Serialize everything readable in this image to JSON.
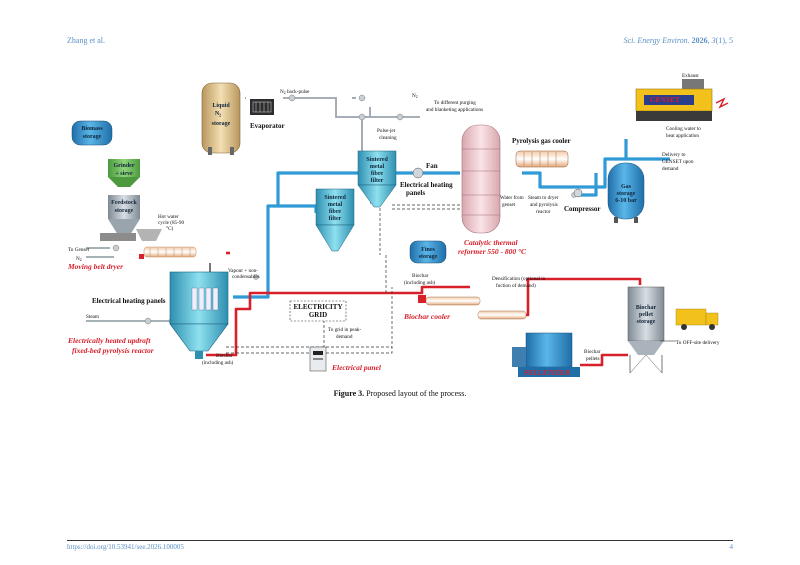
{
  "header": {
    "authors": "Zhang et al.",
    "journal": "Sci. Energy Environ.",
    "year": "2026",
    "volume": "3",
    "issue": "(1)",
    "article": ", 5"
  },
  "figure": {
    "caption_label": "Figure 3.",
    "caption_text": " Proposed layout of the process.",
    "labels": {
      "liquid_n2_1": "Liquid",
      "liquid_n2_2": "N",
      "liquid_n2_sub": "2",
      "liquid_n2_3": "storage",
      "evaporator": "Evaporator",
      "n2_backpulse": "N",
      "n2_backpulse_sub": "2",
      "n2_backpulse_rest": " back-pulse",
      "n2_right": "N",
      "n2_right_sub": "2",
      "purging_1": "To different purging",
      "purging_2": "and blanketing applications",
      "pulse_jet_1": "Pulse-jet",
      "pulse_jet_2": "cleaning",
      "biomass_1": "Biomass",
      "biomass_2": "storage",
      "grinder_1": "Grinder",
      "grinder_2": "+ sieve",
      "feedstock_1": "Feedstock",
      "feedstock_2": "storage",
      "hotwater_1": "Hot water",
      "hotwater_2": "cycle (85-90",
      "hotwater_3": "°C)",
      "to_genset": "To Genset",
      "n2_left": "N",
      "n2_left_sub": "2",
      "moving_belt": "Moving belt dryer",
      "sintered_a1": "Sintered",
      "sintered_a2": "metal",
      "sintered_a3": "fibre",
      "sintered_a4": "filter",
      "sintered_b1": "Sintered",
      "sintered_b2": "metal",
      "sintered_b3": "fibre",
      "sintered_b4": "filter",
      "fan": "Fan",
      "elec_heating_panels_top_1": "Electrical heating",
      "elec_heating_panels_top_2": "panels",
      "pyrolysis_gas_cooler": "Pyrolysis gas cooler",
      "water_steam_1": "Water from",
      "water_steam_2": "genset",
      "water_steam_3": "Steam to dryer",
      "water_steam_4": "and pyrolysis",
      "water_steam_5": "reactor",
      "compressor": "Compressor",
      "gas_storage_1": "Gas",
      "gas_storage_2": "storage",
      "gas_storage_3": "6-10 bar",
      "catalytic_1": "Catalytic thermal",
      "catalytic_2": "reformer 550 - 800 °C",
      "exhaust": "Exhaust",
      "genset": "GENSET",
      "cooling_water_1": "Cooling water to",
      "cooling_water_2": "heat application",
      "delivery_genset_1": "Delivery to",
      "delivery_genset_2": "GENSET upon",
      "delivery_genset_3": "demand",
      "vapour_1": "Vapour + non-",
      "vapour_2": "condensables",
      "elec_heating_panels": "Electrical heating panels",
      "steam": "Steam",
      "electrically_heated_1": "Electrically heated updraft",
      "electrically_heated_2": "fixed-bed pyrolysis reactor",
      "biochar_bottom_1": "Biochar",
      "biochar_bottom_2": "(including ash)",
      "electricity_grid_1": "ELECTRICITY",
      "electricity_grid_2": "GRID",
      "to_grid_1": "To grid in peak-",
      "to_grid_2": "demand",
      "electrical_panel": "Electrical panel",
      "fines_1": "Fines",
      "fines_2": "storage",
      "biochar_mid_1": "Biochar",
      "biochar_mid_2": "(including ash)",
      "biochar_cooler": "Biochar cooler",
      "densification_1": "Densification (optional in",
      "densification_2": "fuction of demand)",
      "pelletizer": "PELLETIZER",
      "biochar_pellets_1": "Biochar",
      "biochar_pellets_2": "pellets",
      "pellet_storage_1": "Biochar",
      "pellet_storage_2": "pellet",
      "pellet_storage_3": "storage",
      "offsite": "To OFF-site delivery"
    }
  },
  "footer": {
    "doi": "https://doi.org/10.53941/see.2026.100005",
    "page": "4"
  },
  "colors": {
    "pipe_blue": "#2f9ad6",
    "pipe_red": "#d8202a",
    "label_red": "#d8202a",
    "link_blue": "#5b8fc7"
  }
}
